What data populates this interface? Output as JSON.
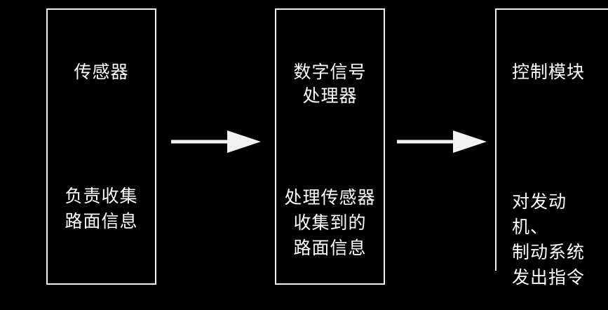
{
  "nodes": [
    {
      "id": "sensor",
      "title": "传感器",
      "desc": "负责收集\n路面信息"
    },
    {
      "id": "dsp",
      "title": "数字信号\n处理器",
      "desc": "处理传感器\n收集到的\n路面信息"
    },
    {
      "id": "control",
      "title": "控制模块",
      "desc": "对发动机、\n制动系统\n发出指令"
    }
  ],
  "edges": [
    {
      "from": "sensor",
      "to": "dsp"
    },
    {
      "from": "dsp",
      "to": "control"
    }
  ],
  "colors": {
    "background": "#000000",
    "stroke": "#f2f2f2",
    "text": "#ffffff"
  }
}
